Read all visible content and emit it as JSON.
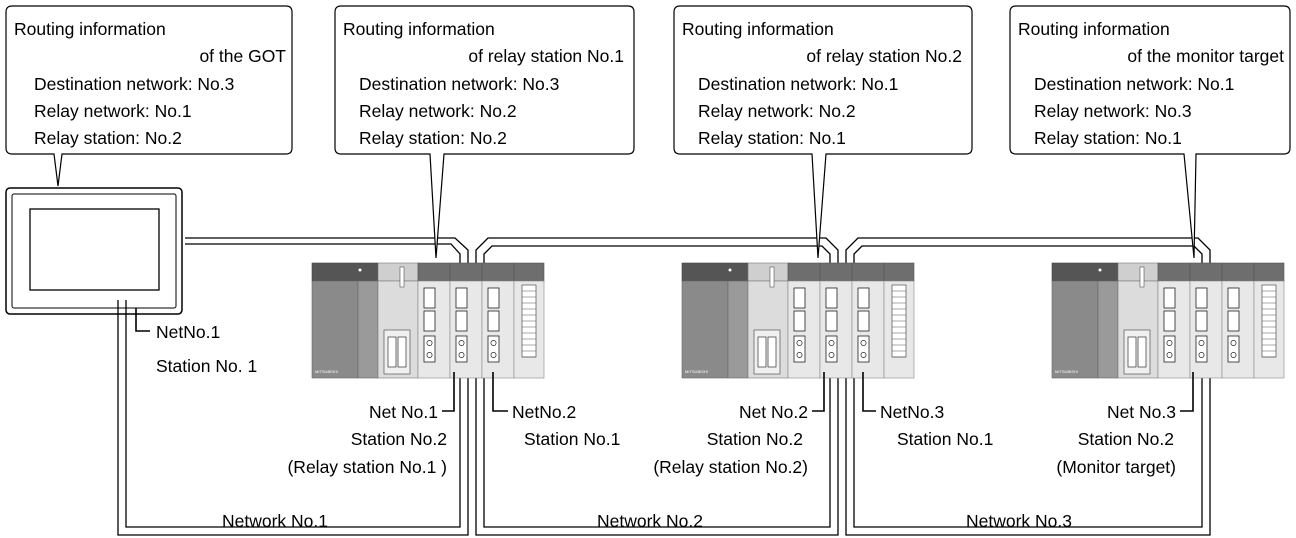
{
  "bubbles": [
    {
      "title": "Routing information",
      "subtitle": "of the GOT",
      "lines": [
        "Destination network: No.3",
        "Relay network: No.1",
        "Relay station: No.2"
      ]
    },
    {
      "title": "Routing information",
      "subtitle": "of relay station No.1",
      "lines": [
        "Destination network: No.3",
        "Relay network: No.2",
        "Relay station: No.2"
      ]
    },
    {
      "title": "Routing information",
      "subtitle": "of relay station No.2",
      "lines": [
        "Destination network: No.1",
        "Relay network: No.2",
        "Relay station: No.1"
      ]
    },
    {
      "title": "Routing information",
      "subtitle": "of the monitor target",
      "lines": [
        "Destination network: No.1",
        "Relay network: No.3",
        "Relay station: No.1"
      ]
    }
  ],
  "got_label": {
    "net": "NetNo.1",
    "station": "Station No. 1"
  },
  "plc_nodes": [
    {
      "left_net": "Net No.1",
      "left_station": "Station No.2",
      "left_role": "(Relay station No.1 )",
      "right_net": "NetNo.2",
      "right_station": "Station No.1"
    },
    {
      "left_net": "Net No.2",
      "left_station": "Station No.2",
      "left_role": "(Relay station No.2)",
      "right_net": "NetNo.3",
      "right_station": "Station No.1"
    },
    {
      "left_net": "Net No.3",
      "left_station": "Station No.2",
      "left_role": "(Monitor target)"
    }
  ],
  "networks": [
    "Network No.1",
    "Network No.2",
    "Network No.3"
  ],
  "plc_brand": "MITSUBISHI",
  "colors": {
    "cable": "#000000",
    "plc_dark": "#6e6e6e",
    "plc_light": "#e8e8e8",
    "plc_mid": "#cfcfcf"
  }
}
